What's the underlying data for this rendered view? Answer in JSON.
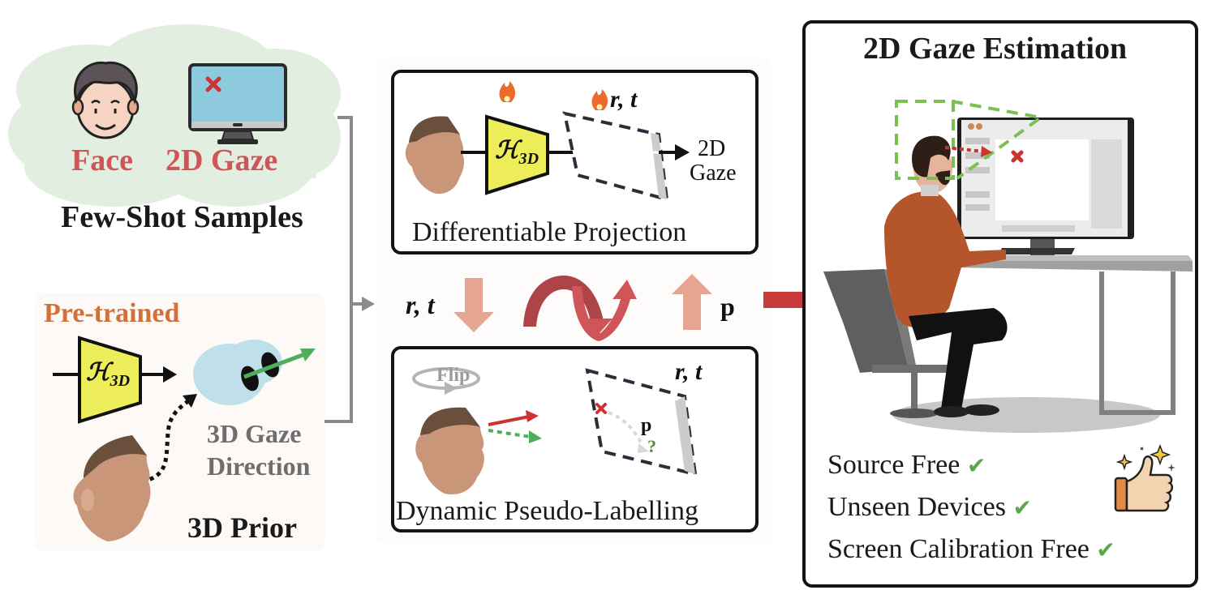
{
  "few_shot": {
    "face_label": "Face",
    "gaze_label": "2D Gaze",
    "title": "Few-Shot Samples",
    "icons": [
      "person-face-icon",
      "monitor-with-target-icon"
    ]
  },
  "prior": {
    "pretrained_label": "Pre-trained",
    "model_symbol": "ℋ",
    "model_subscript": "3D",
    "gaze_direction_line1": "3D Gaze",
    "gaze_direction_line2": "Direction",
    "title": "3D Prior"
  },
  "projection": {
    "model_symbol": "ℋ",
    "model_subscript": "3D",
    "params_label": "r, t",
    "output_line1": "2D",
    "output_line2": "Gaze",
    "title": "Differentiable Projection",
    "trainable_icon": "fire-icon"
  },
  "loop": {
    "down_label": "r, t",
    "up_label": "p"
  },
  "pseudo_label": {
    "flip_label": "Flip",
    "params_label": "r, t",
    "point_label": "p",
    "unknown_mark": "?",
    "title": "Dynamic Pseudo-Labelling"
  },
  "estimation": {
    "title": "2D Gaze Estimation",
    "features": [
      {
        "label": "Source Free",
        "check": "✔"
      },
      {
        "label": "Unseen Devices",
        "check": "✔"
      },
      {
        "label": "Screen Calibration Free",
        "check": "✔"
      }
    ],
    "badge_icon": "thumbs-up-sparkle-icon"
  },
  "colors": {
    "accent_red": "#d05558",
    "pretrained_orange": "#d2703a",
    "gray_text": "#6e6e6e",
    "yellow_model": "#eded5a",
    "green_check": "#5aa84a",
    "cloud_green": "#e2eedf",
    "prior_bg": "#fdf9f6"
  }
}
